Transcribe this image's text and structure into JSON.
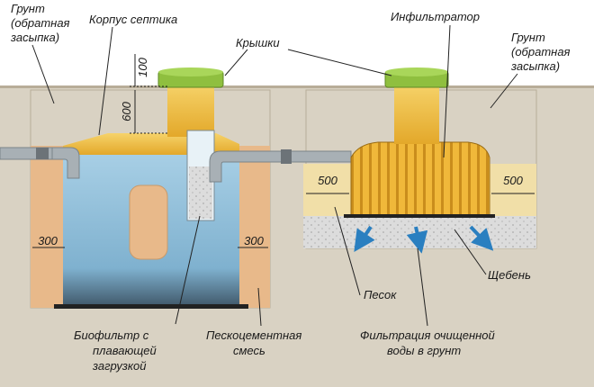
{
  "labels": {
    "ground_left_1": "Грунт",
    "ground_left_2": "(обратная",
    "ground_left_3": "засыпка)",
    "tank_body": "Корпус септика",
    "lids": "Крышки",
    "infiltrator": "Инфильтратор",
    "ground_right_1": "Грунт",
    "ground_right_2": "(обратная",
    "ground_right_3": "засыпка)",
    "biofilter_1": "Биофильтр с",
    "biofilter_2": "плавающей",
    "biofilter_3": "загрузкой",
    "sand_cement_1": "Пескоцементная",
    "sand_cement_2": "смесь",
    "sand": "Песок",
    "gravel": "Щебень",
    "filtration_1": "Фильтрация очищенной",
    "filtration_2": "воды в грунт"
  },
  "dimensions": {
    "lid_height": "100",
    "cover_depth": "600",
    "left_wall": "300",
    "right_wall": "300",
    "infiltrator_left": "500",
    "infiltrator_right": "500"
  },
  "colors": {
    "ground": "#d9d2c3",
    "sandcement": "#e8b98a",
    "water": "#8fbcd6",
    "tank": "#f2c14e",
    "lid": "#8fbf3f",
    "sand": "#f1dfa8",
    "gravel": "#d8d8d8"
  }
}
